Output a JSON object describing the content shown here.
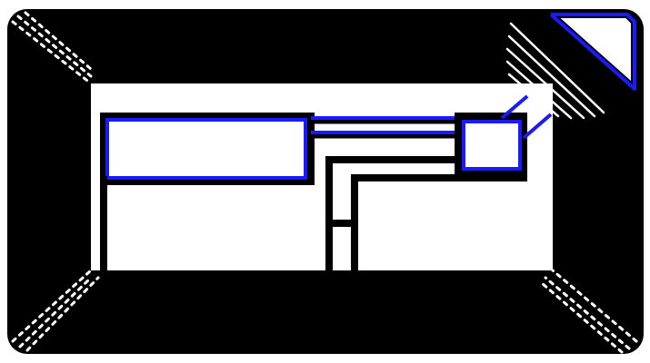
{
  "diagram": {
    "type": "rfid-tag-antenna-layout",
    "colors": {
      "background": "#ffffff",
      "conductor": "#000000",
      "highlight": "#1a1aff",
      "gap": "#ffffff"
    },
    "icons": [
      "coil-winding",
      "chip-pad",
      "bridge-trace"
    ]
  }
}
